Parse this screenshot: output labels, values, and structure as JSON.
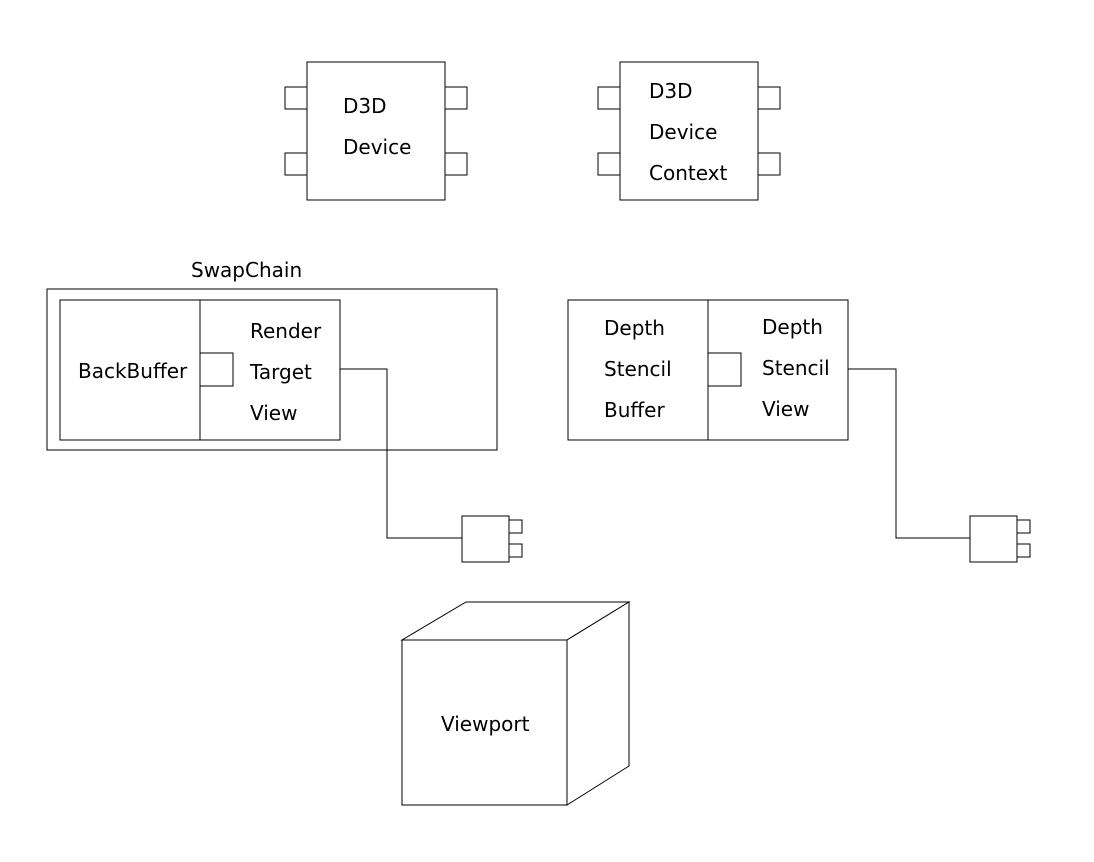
{
  "d3d_device": {
    "lines": [
      "D3D",
      "Device"
    ]
  },
  "d3d_device_context": {
    "lines": [
      "D3D",
      "Device",
      "Context"
    ]
  },
  "swapchain": {
    "title": "SwapChain",
    "backbuffer": "BackBuffer",
    "rtv_lines": [
      "Render",
      "Target",
      "View"
    ]
  },
  "depth_stencil": {
    "buffer_lines": [
      "Depth",
      "Stencil",
      "Buffer"
    ],
    "view_lines": [
      "Depth",
      "Stencil",
      "View"
    ]
  },
  "viewport": {
    "label": "Viewport"
  }
}
